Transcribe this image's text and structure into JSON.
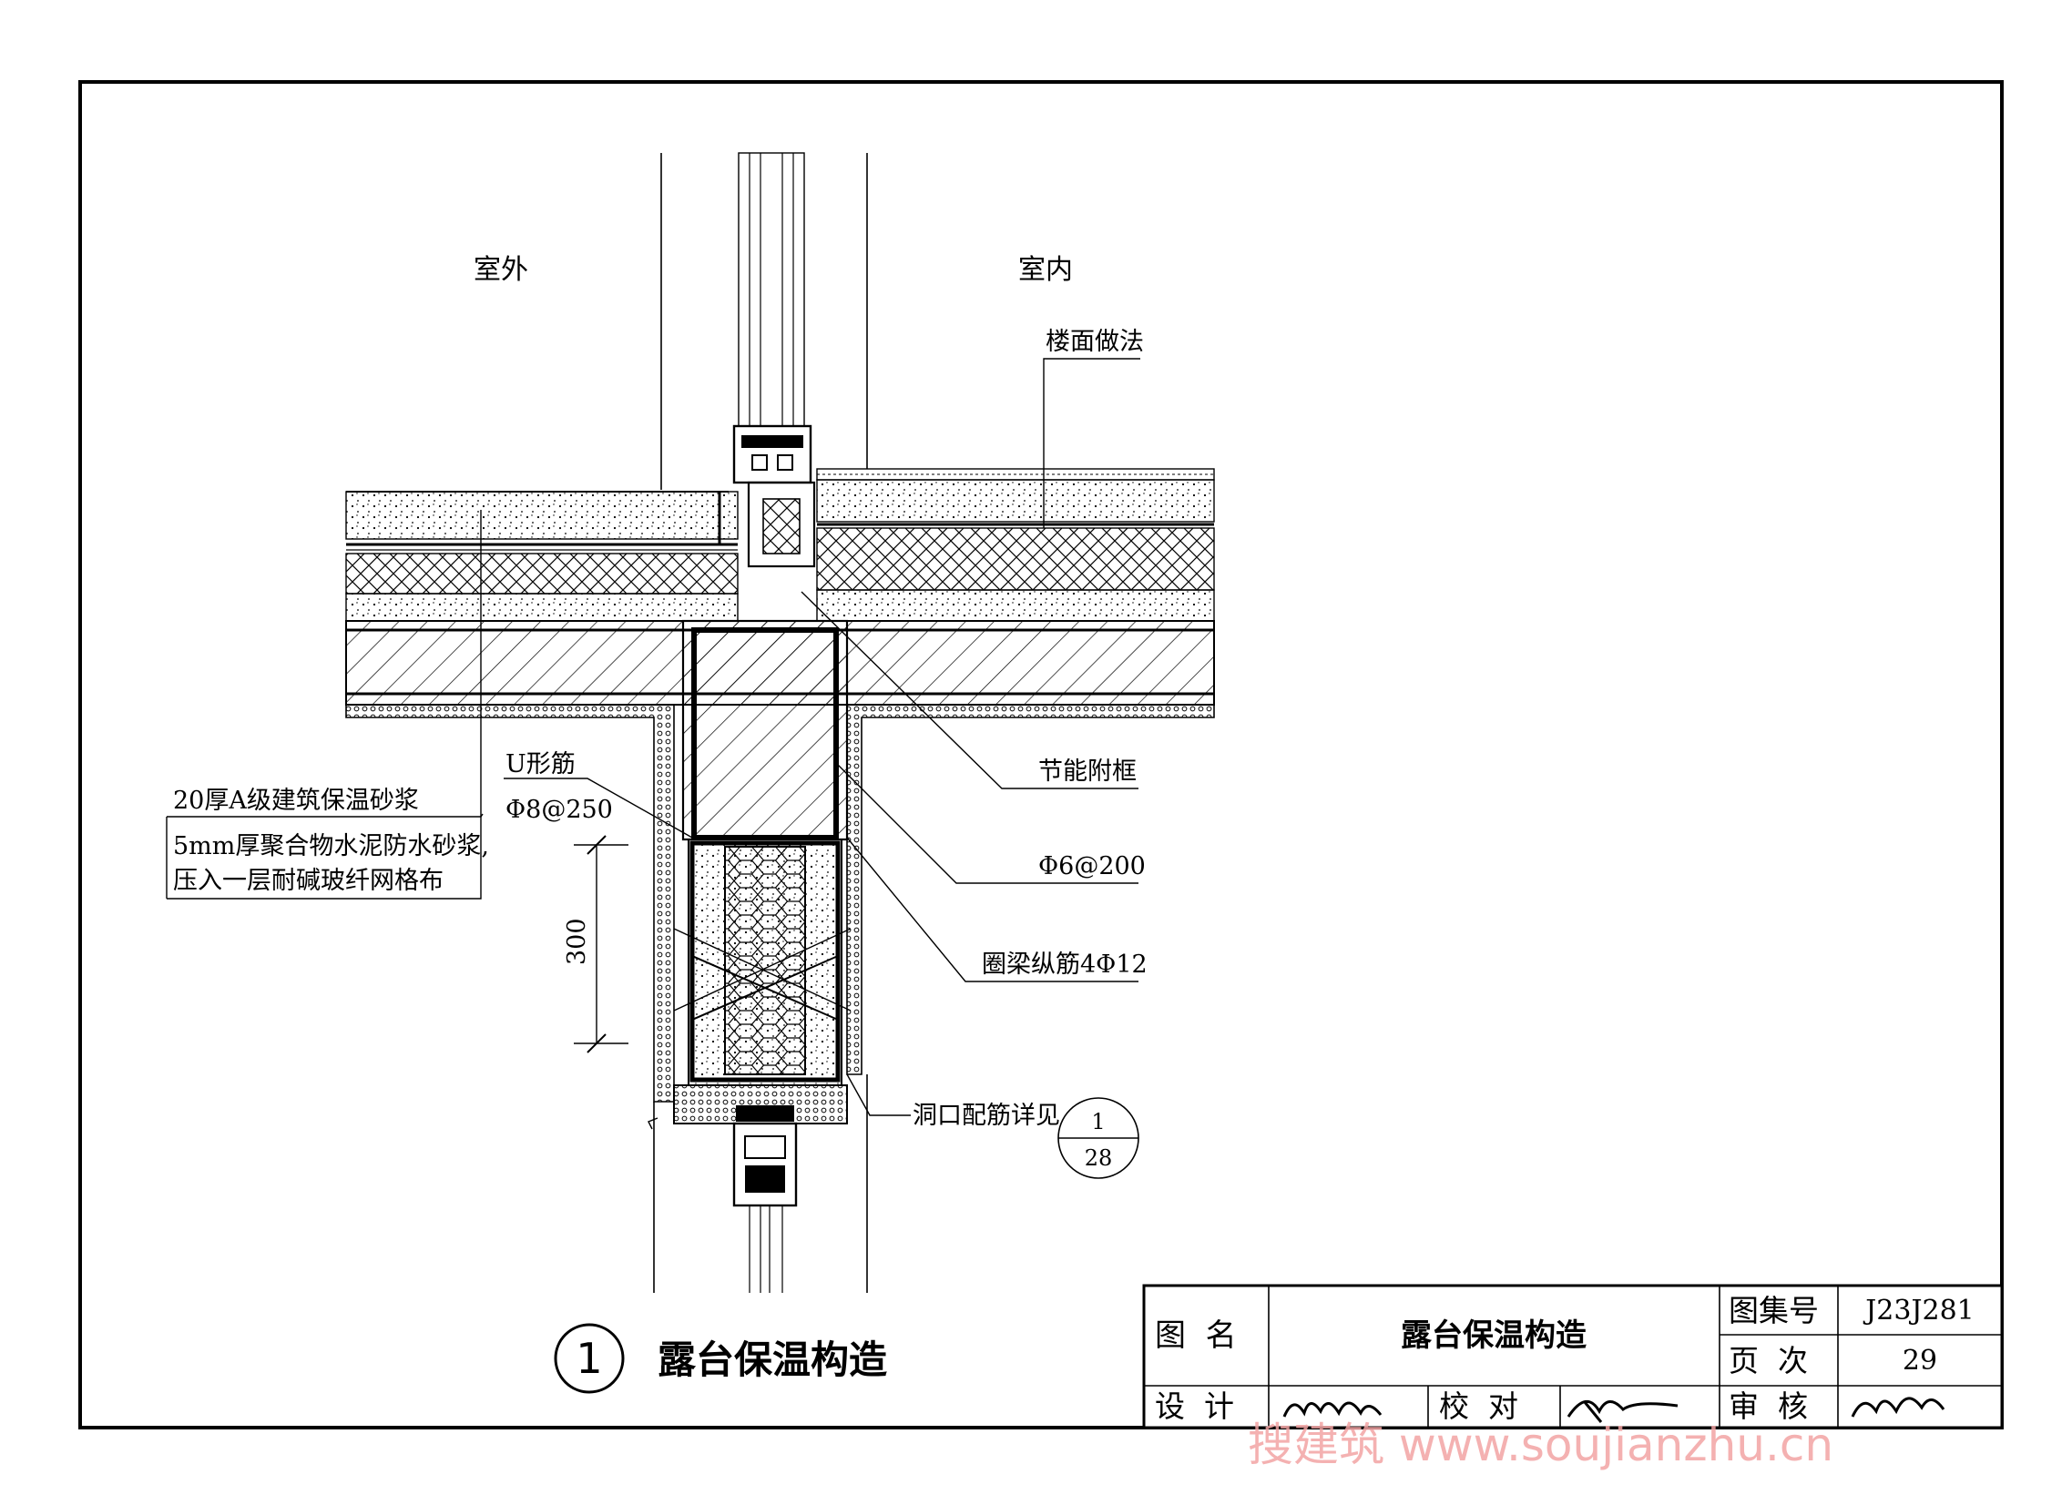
{
  "drawing": {
    "zones": {
      "outside": "室外",
      "inside": "室内"
    },
    "labels": {
      "floor_finish": "楼面做法",
      "insulation_mortar": "20厚A级建筑保温砂浆",
      "waterproof_mortar_l1": "5mm厚聚合物水泥防水砂浆,",
      "waterproof_mortar_l2": "压入一层耐碱玻纤网格布",
      "u_bar_title": "U形筋",
      "u_bar_spec": "Φ8@250",
      "energy_subframe": "节能附框",
      "stirrup": "Φ6@200",
      "ring_beam_bars": "圈梁纵筋4Φ12",
      "opening_rebar": "洞口配筋详见",
      "dimension_300": "300"
    },
    "detail_ref": {
      "number": "1",
      "page": "28"
    },
    "caption": {
      "index": "1",
      "title": "露台保温构造"
    }
  },
  "title_block": {
    "name_label": "图  名",
    "name_value": "露台保温构造",
    "atlas_label": "图集号",
    "atlas_value": "J23J281",
    "page_label": "页  次",
    "page_value": "29",
    "design_label": "设  计",
    "check_label": "校  对",
    "review_label": "审  核"
  },
  "watermark": "搜建筑 www.soujianzhu.cn"
}
